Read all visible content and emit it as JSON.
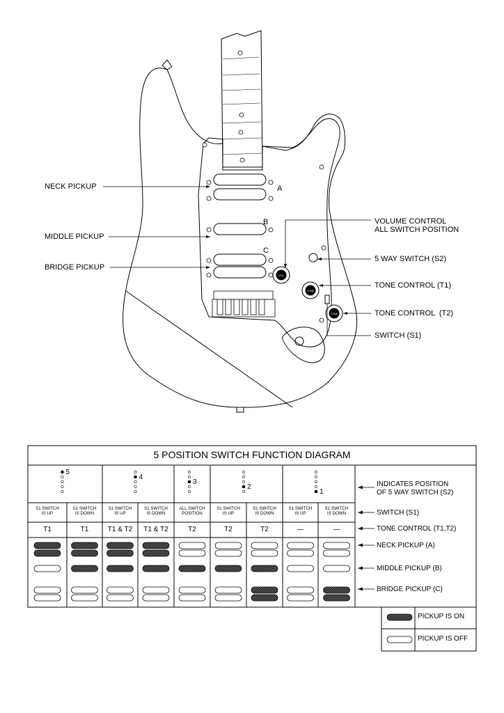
{
  "guitar": {
    "labels": {
      "neck_pickup": "NECK PICKUP",
      "middle_pickup": "MIDDLE PICKUP",
      "bridge_pickup": "BRIDGE PICKUP",
      "letter_a": "A",
      "letter_b": "B",
      "letter_c": "C",
      "volume": "VOLUME CONTROL\nALL SWITCH POSITION",
      "five_way": "5 WAY SWITCH (S2)",
      "tone_t1": "TONE CONTROL (T1)",
      "tone_t2": "TONE CONTROL  (T2)",
      "switch_s1": "SWITCH (S1)"
    },
    "knob_text": {
      "volume": "VOL",
      "tone": "TONE"
    }
  },
  "table": {
    "title": "5 POSITION SWITCH FUNCTION DIAGRAM",
    "columns": [
      {
        "pos": 5,
        "s1": "S1 SWITCH\nIS UP",
        "tone": "T1",
        "neck": true,
        "middle": false,
        "bridge": false
      },
      {
        "pos": 5,
        "s1": "S1 SWITCH\nIS DOWN",
        "tone": "T1",
        "neck": true,
        "middle": true,
        "bridge": false
      },
      {
        "pos": 4,
        "s1": "S1 SWITCH\nIS UP",
        "tone": "T1 & T2",
        "neck": true,
        "middle": true,
        "bridge": false
      },
      {
        "pos": 4,
        "s1": "S1 SWITCH\nIS DOWN",
        "tone": "T1 & T2",
        "neck": true,
        "middle": true,
        "bridge": false
      },
      {
        "pos": 3,
        "s1": "ALL SWITCH\nPOSITION",
        "tone": "T2",
        "neck": false,
        "middle": true,
        "bridge": false
      },
      {
        "pos": 2,
        "s1": "S1 SWITCH\nIS UP",
        "tone": "T2",
        "neck": false,
        "middle": true,
        "bridge": false
      },
      {
        "pos": 2,
        "s1": "S1 SWITCH\nIS DOWN",
        "tone": "T2",
        "neck": false,
        "middle": true,
        "bridge": true
      },
      {
        "pos": 1,
        "s1": "S1 SWITCH\nIS UP",
        "tone": "—",
        "neck": false,
        "middle": false,
        "bridge": false
      },
      {
        "pos": 1,
        "s1": "S1 SWITCH\nIS DOWN",
        "tone": "—",
        "neck": false,
        "middle": false,
        "bridge": true
      }
    ],
    "position_numbers": [
      "5",
      "4",
      "3",
      "2",
      "1"
    ],
    "row_labels": {
      "position": "INDICATES POSITION\nOF 5 WAY SWITCH (S2)",
      "switch": "SWITCH (S1)",
      "tone": "TONE CONTROL (T1,T2)",
      "neck": "NECK PICKUP (A)",
      "middle": "MIDDLE PICKUP (B)",
      "bridge": "BRIDGE PICKUP (C)"
    },
    "legend": {
      "on": "PICKUP IS ON",
      "off": "PICKUP IS OFF"
    }
  }
}
